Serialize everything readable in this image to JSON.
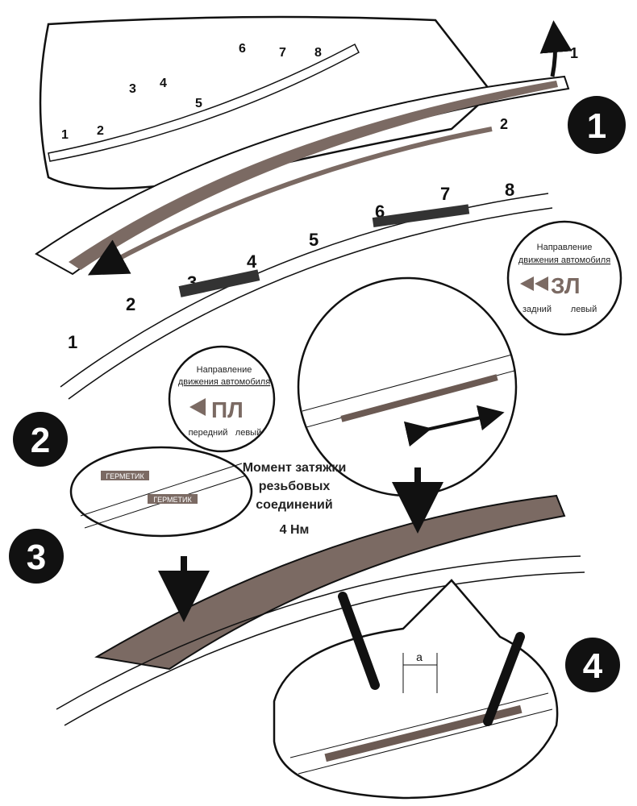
{
  "steps": [
    "1",
    "2",
    "3",
    "4"
  ],
  "panel1": {
    "bubble_numbers": [
      "1",
      "2",
      "3",
      "4",
      "5",
      "6",
      "7",
      "8"
    ],
    "arrow_labels": [
      "1",
      "2"
    ]
  },
  "panel2": {
    "rail_numbers": [
      "1",
      "2",
      "3",
      "4",
      "5",
      "6",
      "7",
      "8"
    ],
    "rear_label": {
      "direction_line1": "Направление",
      "direction_line2": "движения автомобиля",
      "code": "ЗЛ",
      "part1": "задний",
      "part2": "левый"
    },
    "front_label": {
      "direction_line1": "Направление",
      "direction_line2": "движения автомобиля",
      "code": "ПЛ",
      "part1": "передний",
      "part2": "левый"
    },
    "sealant_labels": [
      "ГЕРМЕТИК",
      "ГЕРМЕТИК"
    ]
  },
  "torque": {
    "line1": "Момент затяжки",
    "line2": "резьбовых",
    "line3": "соединений",
    "value": "4 Нм"
  },
  "panel4": {
    "dimension_label": "a"
  },
  "colors": {
    "brown": "#7b6a63",
    "black": "#111111"
  }
}
